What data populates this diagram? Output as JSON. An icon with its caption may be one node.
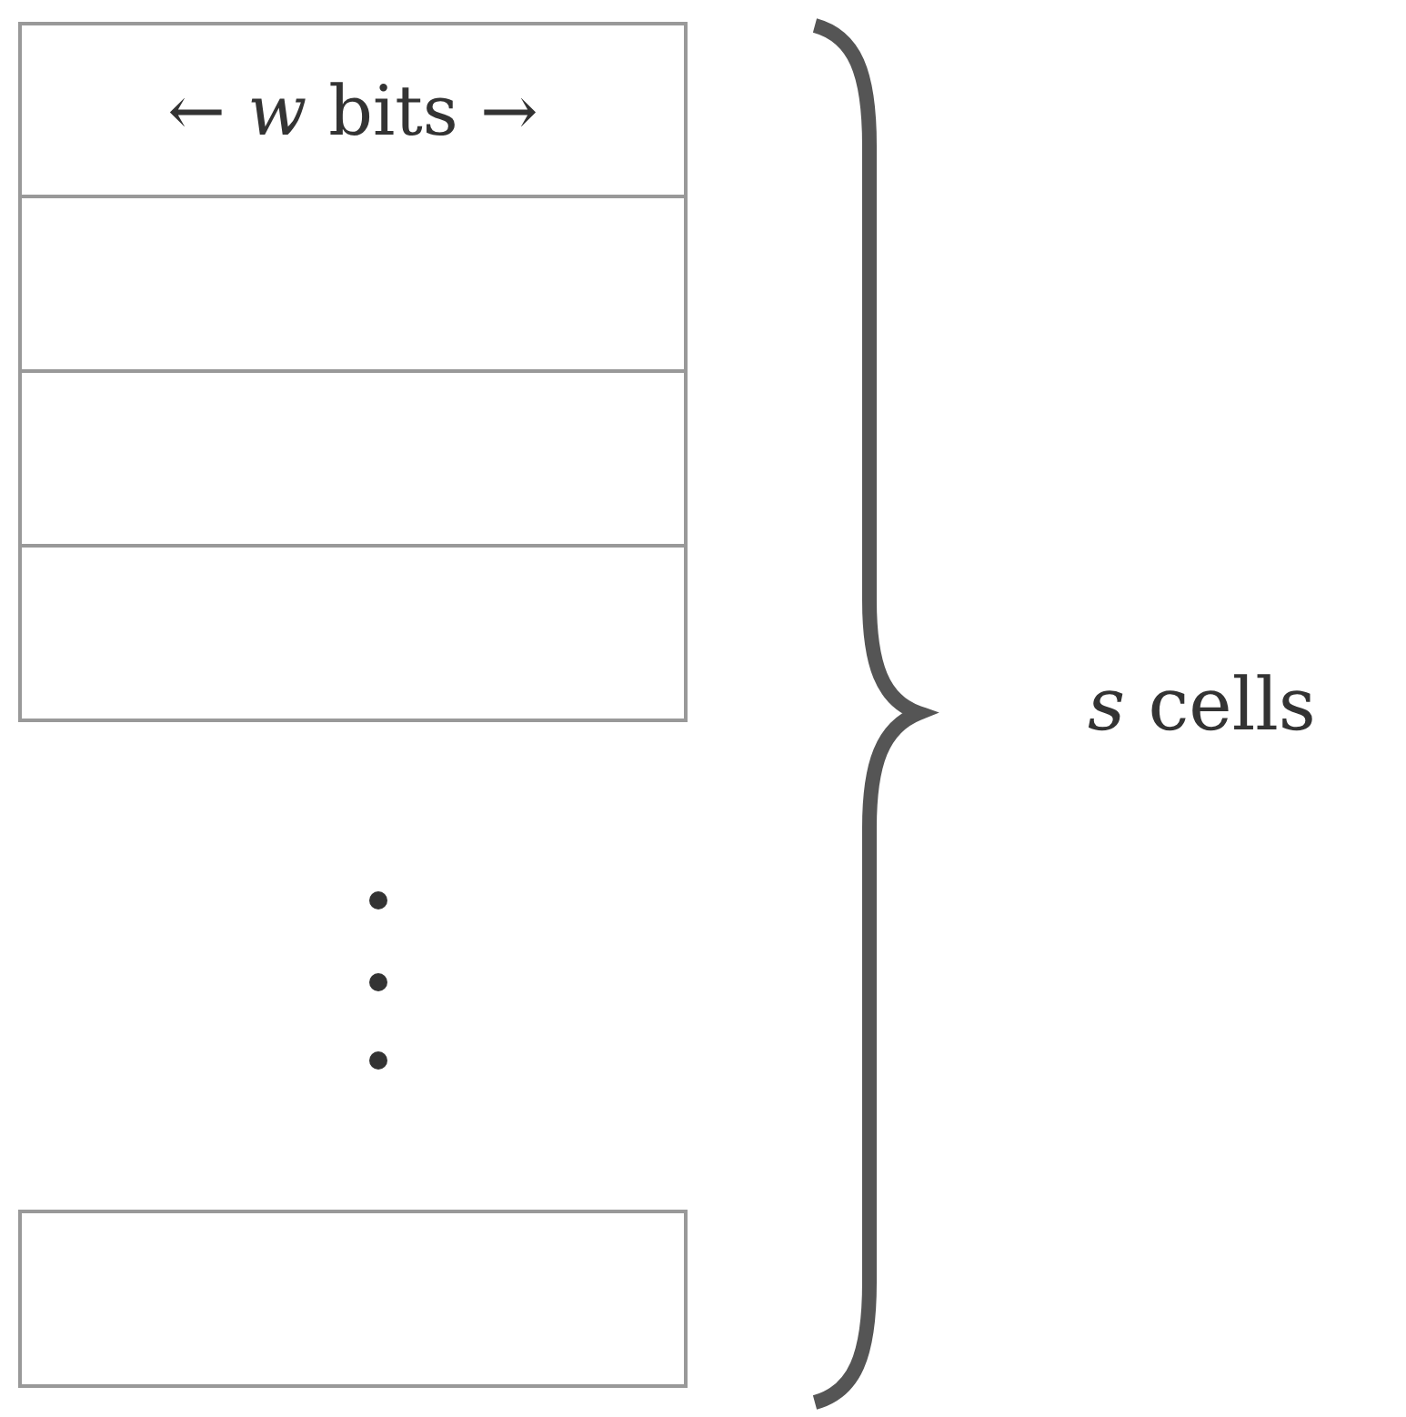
{
  "diagram": {
    "nodes": [
      {
        "text": [
          "← *w* bits →"
        ]
      },
      {
        "text": [],
        "shape": "box"
      },
      {
        "text": [],
        "shape": "box"
      },
      {
        "text": [],
        "shape": "box"
      },
      {
        "text": [],
        "shape": "box"
      }
    ],
    "labels": [
      "*s* cells"
    ]
  }
}
